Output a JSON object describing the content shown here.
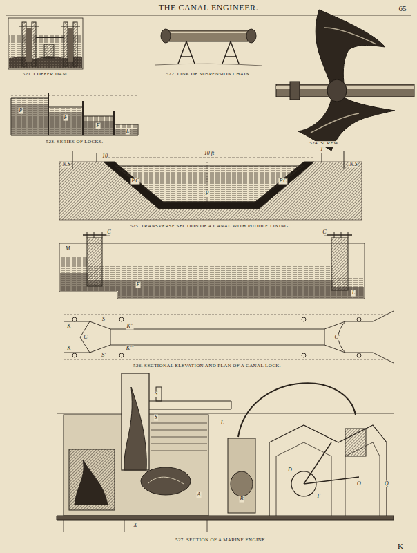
{
  "diagram": {
    "title": "THE CANAL ENGINEER.",
    "labels": [
      "65",
      "521. COFFER DAM.",
      "522. LINK OF SUSPENSION CHAIN.",
      "523. SERIES OF LOCKS.",
      "524. SCREW.",
      "525. TRANSVERSE SECTION OF A CANAL WITH PUDDLE LINING.",
      "526. SECTIONAL ELEVATION AND PLAN OF A CANAL LOCK.",
      "527. SECTION OF A MARINE ENGINE.",
      "K",
      "N.S",
      "10",
      "10 ft",
      "T",
      "N.S",
      "P.C",
      "P.C",
      "P",
      "C",
      "C",
      "M",
      "F",
      "L",
      "K",
      "S",
      "K''",
      "C",
      "C'",
      "K",
      "S'",
      "K'''",
      "P",
      "F",
      "F",
      "L",
      "S",
      "S",
      "X",
      "A",
      "B",
      "D",
      "F",
      "O",
      "Q",
      "L"
    ]
  }
}
